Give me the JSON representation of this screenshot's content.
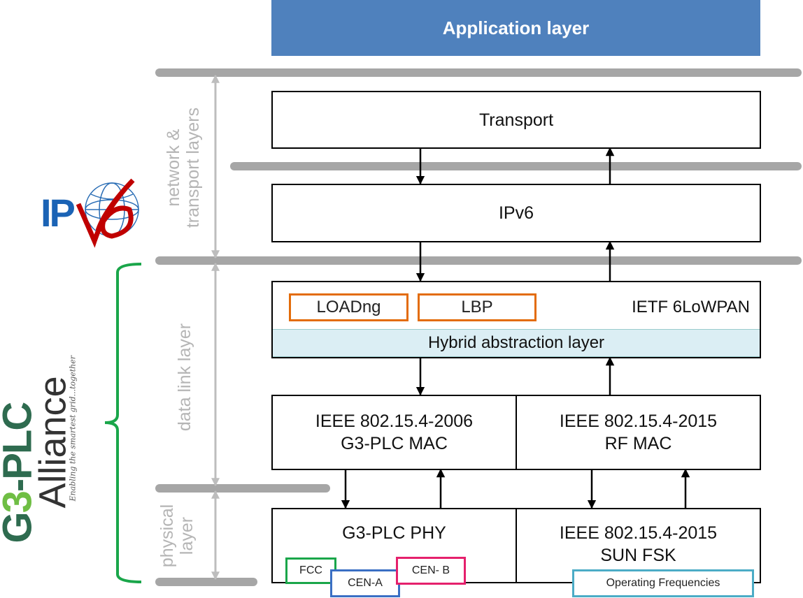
{
  "application_layer": "Application layer",
  "transport": "Transport",
  "ipv6": "IPv6",
  "sixlowpan": {
    "loadng": "LOADng",
    "lbp": "LBP",
    "title": "IETF 6LoWPAN",
    "hybrid": "Hybrid abstraction layer"
  },
  "mac": {
    "g3": {
      "line1": "IEEE 802.15.4-2006",
      "line2": "G3-PLC MAC"
    },
    "rf": {
      "line1": "IEEE 802.15.4-2015",
      "line2": "RF MAC"
    }
  },
  "phy": {
    "g3": {
      "title": "G3-PLC PHY",
      "bands": [
        "FCC",
        "CEN-A",
        "CEN- B"
      ]
    },
    "rf": {
      "line1": "IEEE 802.15.4-2015",
      "line2": "SUN FSK",
      "freq": "Operating Frequencies"
    }
  },
  "side_labels": {
    "network_1": "network &",
    "network_2": "transport layers",
    "data_link": "data link layer",
    "physical_1": "physical",
    "physical_2": "layer"
  },
  "logos": {
    "ipv6": "IPv6",
    "g3plc": "G3-PLC",
    "alliance": "Alliance",
    "tagline": "Enabling the smartest grid...together"
  },
  "colors": {
    "application": "#4f81bd",
    "separator": "#a6a6a6",
    "hybrid": "#dbeef4",
    "loadng": "#e36c0a",
    "fcc": "#1aa64a",
    "cena": "#3a6fc4",
    "cenb": "#e5206c",
    "freq": "#4bacc6",
    "brace": "#1aa64a"
  }
}
